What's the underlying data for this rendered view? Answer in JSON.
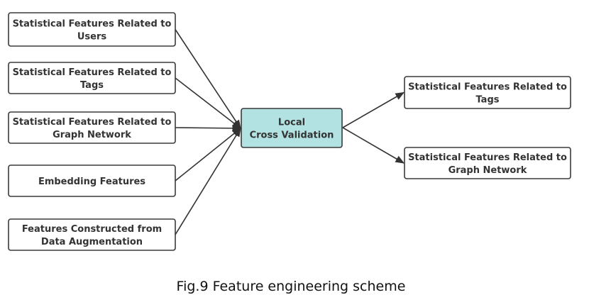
{
  "inputs": [
    {
      "line1": "Statistical Features Related to",
      "line2": "Users"
    },
    {
      "line1": "Statistical Features Related to",
      "line2": "Tags"
    },
    {
      "line1": "Statistical Features Related to",
      "line2": "Graph Network"
    },
    {
      "line1": "Embedding Features",
      "line2": ""
    },
    {
      "line1": "Features Constructed from",
      "line2": "Data Augmentation"
    }
  ],
  "center": {
    "line1": "Local",
    "line2": "Cross Validation",
    "fill": "#b2e2e2"
  },
  "outputs": [
    {
      "line1": "Statistical Features Related to",
      "line2": "Tags"
    },
    {
      "line1": "Statistical Features Related to",
      "line2": "Graph Network"
    }
  ],
  "caption": "Fig.9 Feature engineering scheme"
}
